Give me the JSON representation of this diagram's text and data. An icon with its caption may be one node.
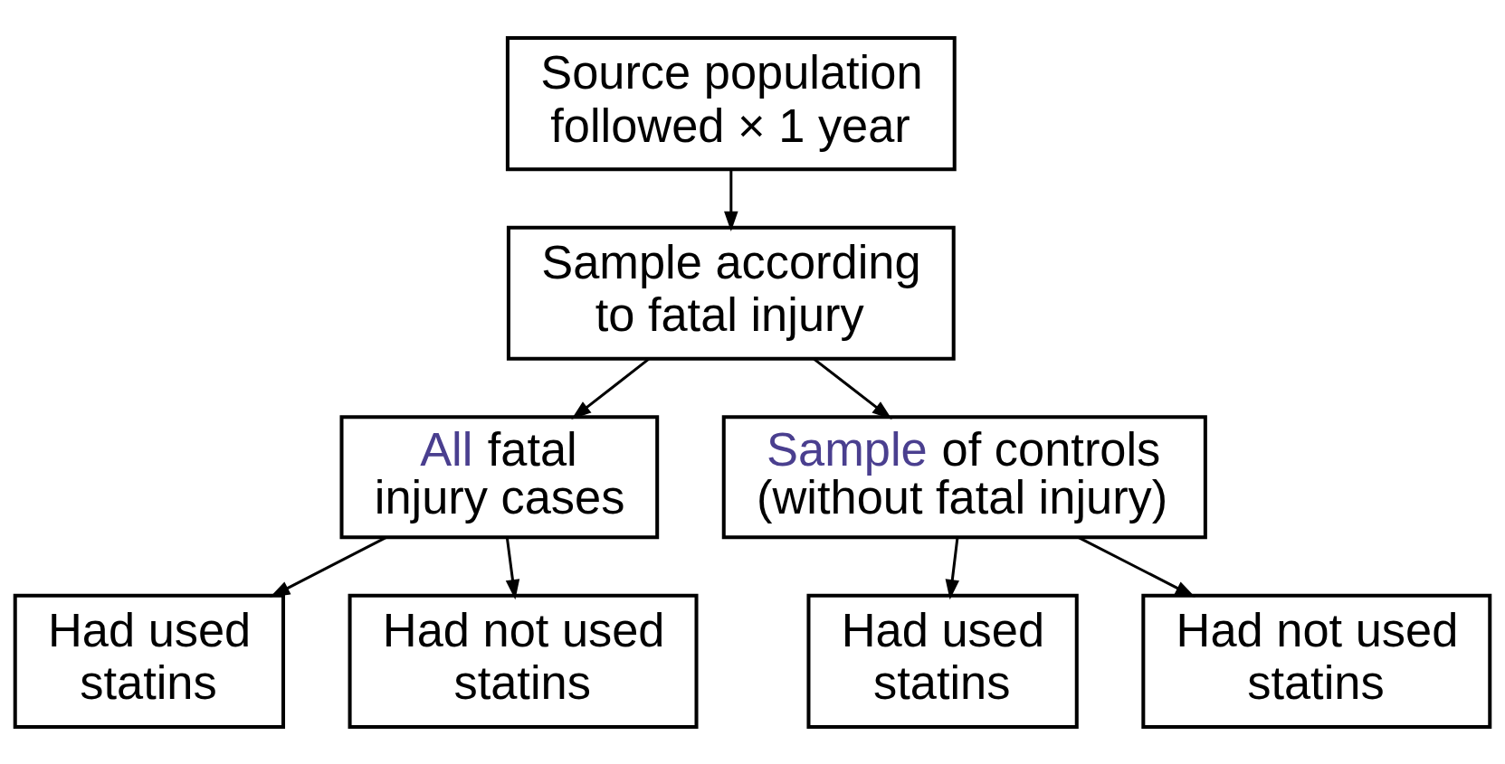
{
  "diagram": {
    "nodes": [
      {
        "text": [
          "Source population followed × 1 year"
        ]
      },
      {
        "text": [
          "Sample according to fatal injury"
        ]
      },
      {
        "text": [
          "All fatal injury cases"
        ]
      },
      {
        "text": [
          "Sample of controls (without fatal injury)"
        ]
      },
      {
        "text": [
          "Had used statins"
        ]
      },
      {
        "text": [
          "Had not used statins"
        ]
      },
      {
        "text": [
          "Had used statins"
        ]
      },
      {
        "text": [
          "Had not used statins"
        ]
      }
    ],
    "edges": [
      {
        "from": 0,
        "to": 1,
        "arrow": "to"
      },
      {
        "from": 1,
        "to": 2,
        "arrow": "to"
      },
      {
        "from": 1,
        "to": 3,
        "arrow": "to"
      },
      {
        "from": 2,
        "to": 4,
        "arrow": "to"
      },
      {
        "from": 2,
        "to": 5,
        "arrow": "to"
      },
      {
        "from": 3,
        "to": 6,
        "arrow": "to"
      },
      {
        "from": 3,
        "to": 7,
        "arrow": "to"
      }
    ]
  }
}
